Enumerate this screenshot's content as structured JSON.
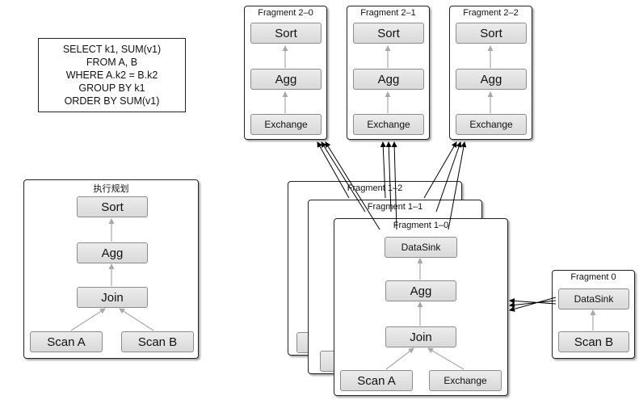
{
  "sql": {
    "lines": [
      "SELECT k1, SUM(v1)",
      "FROM A, B",
      "WHERE A.k2 = B.k2",
      "GROUP BY k1",
      "ORDER BY SUM(v1)"
    ]
  },
  "plan": {
    "title": "执行规划",
    "sort": "Sort",
    "agg": "Agg",
    "join": "Join",
    "scan_a": "Scan A",
    "scan_b": "Scan B"
  },
  "fragments2": [
    {
      "title": "Fragment 2–0",
      "sort": "Sort",
      "agg": "Agg",
      "exchange": "Exchange"
    },
    {
      "title": "Fragment 2–1",
      "sort": "Sort",
      "agg": "Agg",
      "exchange": "Exchange"
    },
    {
      "title": "Fragment 2–2",
      "sort": "Sort",
      "agg": "Agg",
      "exchange": "Exchange"
    }
  ],
  "fragments1": {
    "f12_title": "Fragment 1–2",
    "f11_title": "Fragment 1–1",
    "f10": {
      "title": "Fragment 1–0",
      "datasink": "DataSink",
      "agg": "Agg",
      "join": "Join",
      "scan_a": "Scan A",
      "exchange": "Exchange"
    }
  },
  "fragment0": {
    "title": "Fragment 0",
    "datasink": "DataSink",
    "scan_b": "Scan B"
  },
  "colors": {
    "node_top": "#ececec",
    "node_bottom": "#d9d9d9",
    "node_border": "#8c8c8c",
    "frame_border": "#222222",
    "flow_arrow": "#000000",
    "intra_arrow": "#a8a8a8"
  }
}
